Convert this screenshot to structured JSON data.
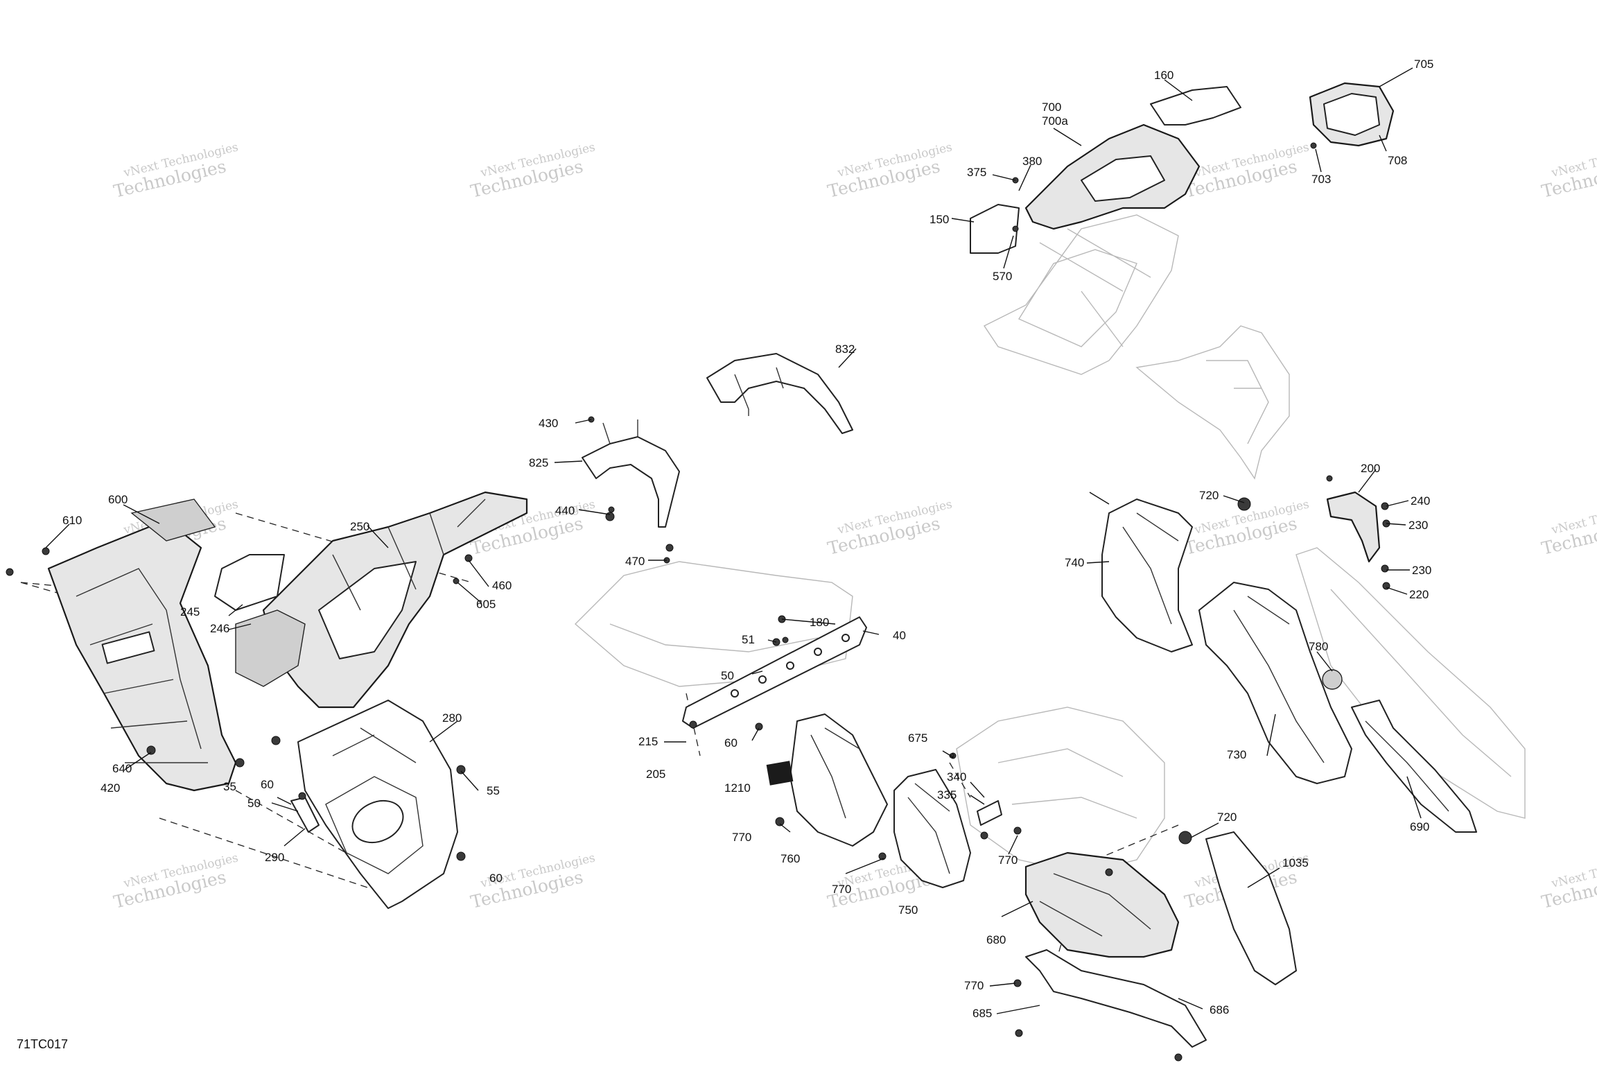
{
  "diagram_code": "71TC017",
  "watermark": {
    "line1": "vNext Technologies",
    "line2": "Technologies"
  },
  "callouts": {
    "c35": "35",
    "c40": "40",
    "c50a": "50",
    "c50b": "50",
    "c51": "51",
    "c55": "55",
    "c60a": "60",
    "c60b": "60",
    "c60c": "60",
    "c150": "150",
    "c160": "160",
    "c180": "180",
    "c200": "200",
    "c205": "205",
    "c215": "215",
    "c220": "220",
    "c230a": "230",
    "c230b": "230",
    "c240": "240",
    "c245": "245",
    "c246": "246",
    "c250": "250",
    "c280": "280",
    "c290": "290",
    "c335": "335",
    "c340": "340",
    "c375": "375",
    "c380": "380",
    "c420": "420",
    "c430": "430",
    "c440": "440",
    "c460": "460",
    "c470": "470",
    "c570": "570",
    "c600": "600",
    "c605": "605",
    "c610": "610",
    "c640": "640",
    "c675": "675",
    "c680": "680",
    "c685": "685",
    "c686": "686",
    "c690": "690",
    "c700": "700",
    "c700a": "700a",
    "c703": "703",
    "c705": "705",
    "c708": "708",
    "c720a": "720",
    "c720b": "720",
    "c730": "730",
    "c740": "740",
    "c750": "750",
    "c760": "760",
    "c770a": "770",
    "c770b": "770",
    "c770c": "770",
    "c770d": "770",
    "c780": "780",
    "c825": "825",
    "c832": "832",
    "c1035": "1035",
    "c1210": "1210"
  }
}
